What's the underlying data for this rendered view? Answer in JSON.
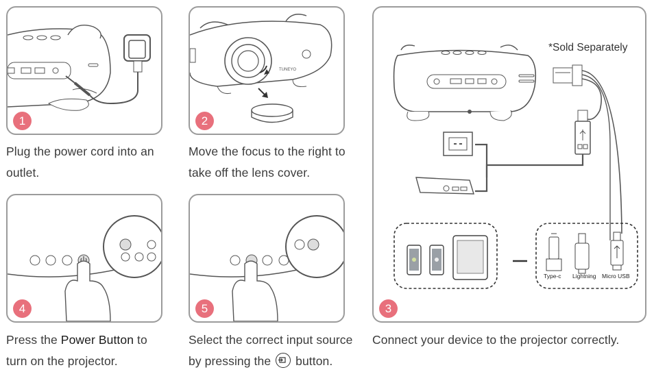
{
  "steps": {
    "step1": {
      "number": "1",
      "caption": "Plug the power cord into an outlet."
    },
    "step2": {
      "number": "2",
      "caption": "Move the focus to the right to take off the lens cover."
    },
    "step3": {
      "number": "3",
      "caption": "Connect your device to the projector correctly.",
      "sold_note": "*Sold Separately"
    },
    "step4": {
      "number": "4",
      "caption_before": "Press the ",
      "caption_bold": "Power Button",
      "caption_after": " to turn on the projector."
    },
    "step5": {
      "number": "5",
      "caption_before": "Select the correct input source by pressing the ",
      "caption_after": " button."
    }
  },
  "port_labels": {
    "type_c": "Type-c",
    "lightning": "Lightning",
    "micro_usb": "Micro USB"
  },
  "projector_brand": "TUNEYO",
  "colors": {
    "badge": "#e8707c",
    "border": "#9b9b9b",
    "line": "#555555"
  },
  "icons": [
    "power-plug-icon",
    "projector-icon",
    "lens-cover-icon",
    "hand-pointer-icon",
    "power-button-icon",
    "input-source-icon",
    "android-phone-icon",
    "iphone-icon",
    "tablet-icon",
    "usb-cable-icon",
    "wall-socket-icon",
    "power-bank-icon"
  ]
}
